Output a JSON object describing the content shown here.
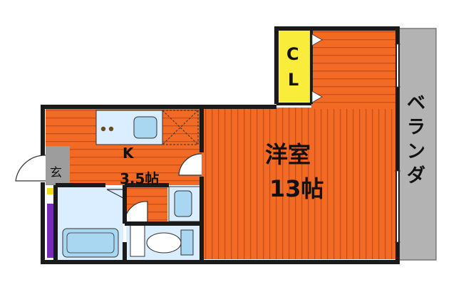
{
  "rooms": {
    "western": {
      "name": "洋室",
      "area": "13帖"
    },
    "kitchen": {
      "name": "K",
      "area": "3.5帖"
    },
    "closet": {
      "line1": "C",
      "line2": "L"
    },
    "entrance": {
      "name": "玄"
    },
    "veranda": {
      "chars": [
        "ベ",
        "ラ",
        "ン",
        "ダ"
      ]
    }
  },
  "colors": {
    "floor": "#f26a24",
    "floor_stripe": "#c9501a",
    "closet": "#f9ec3a",
    "veranda": "#b3b3b3",
    "wall": "#1a1a1a",
    "wet_area": "#dbeeff",
    "fixture": "#a9d6f0",
    "entrance_tile": "#9d9d9d",
    "accent_purple": "#7a2bb5",
    "accent_yellow": "#f2d91a"
  }
}
